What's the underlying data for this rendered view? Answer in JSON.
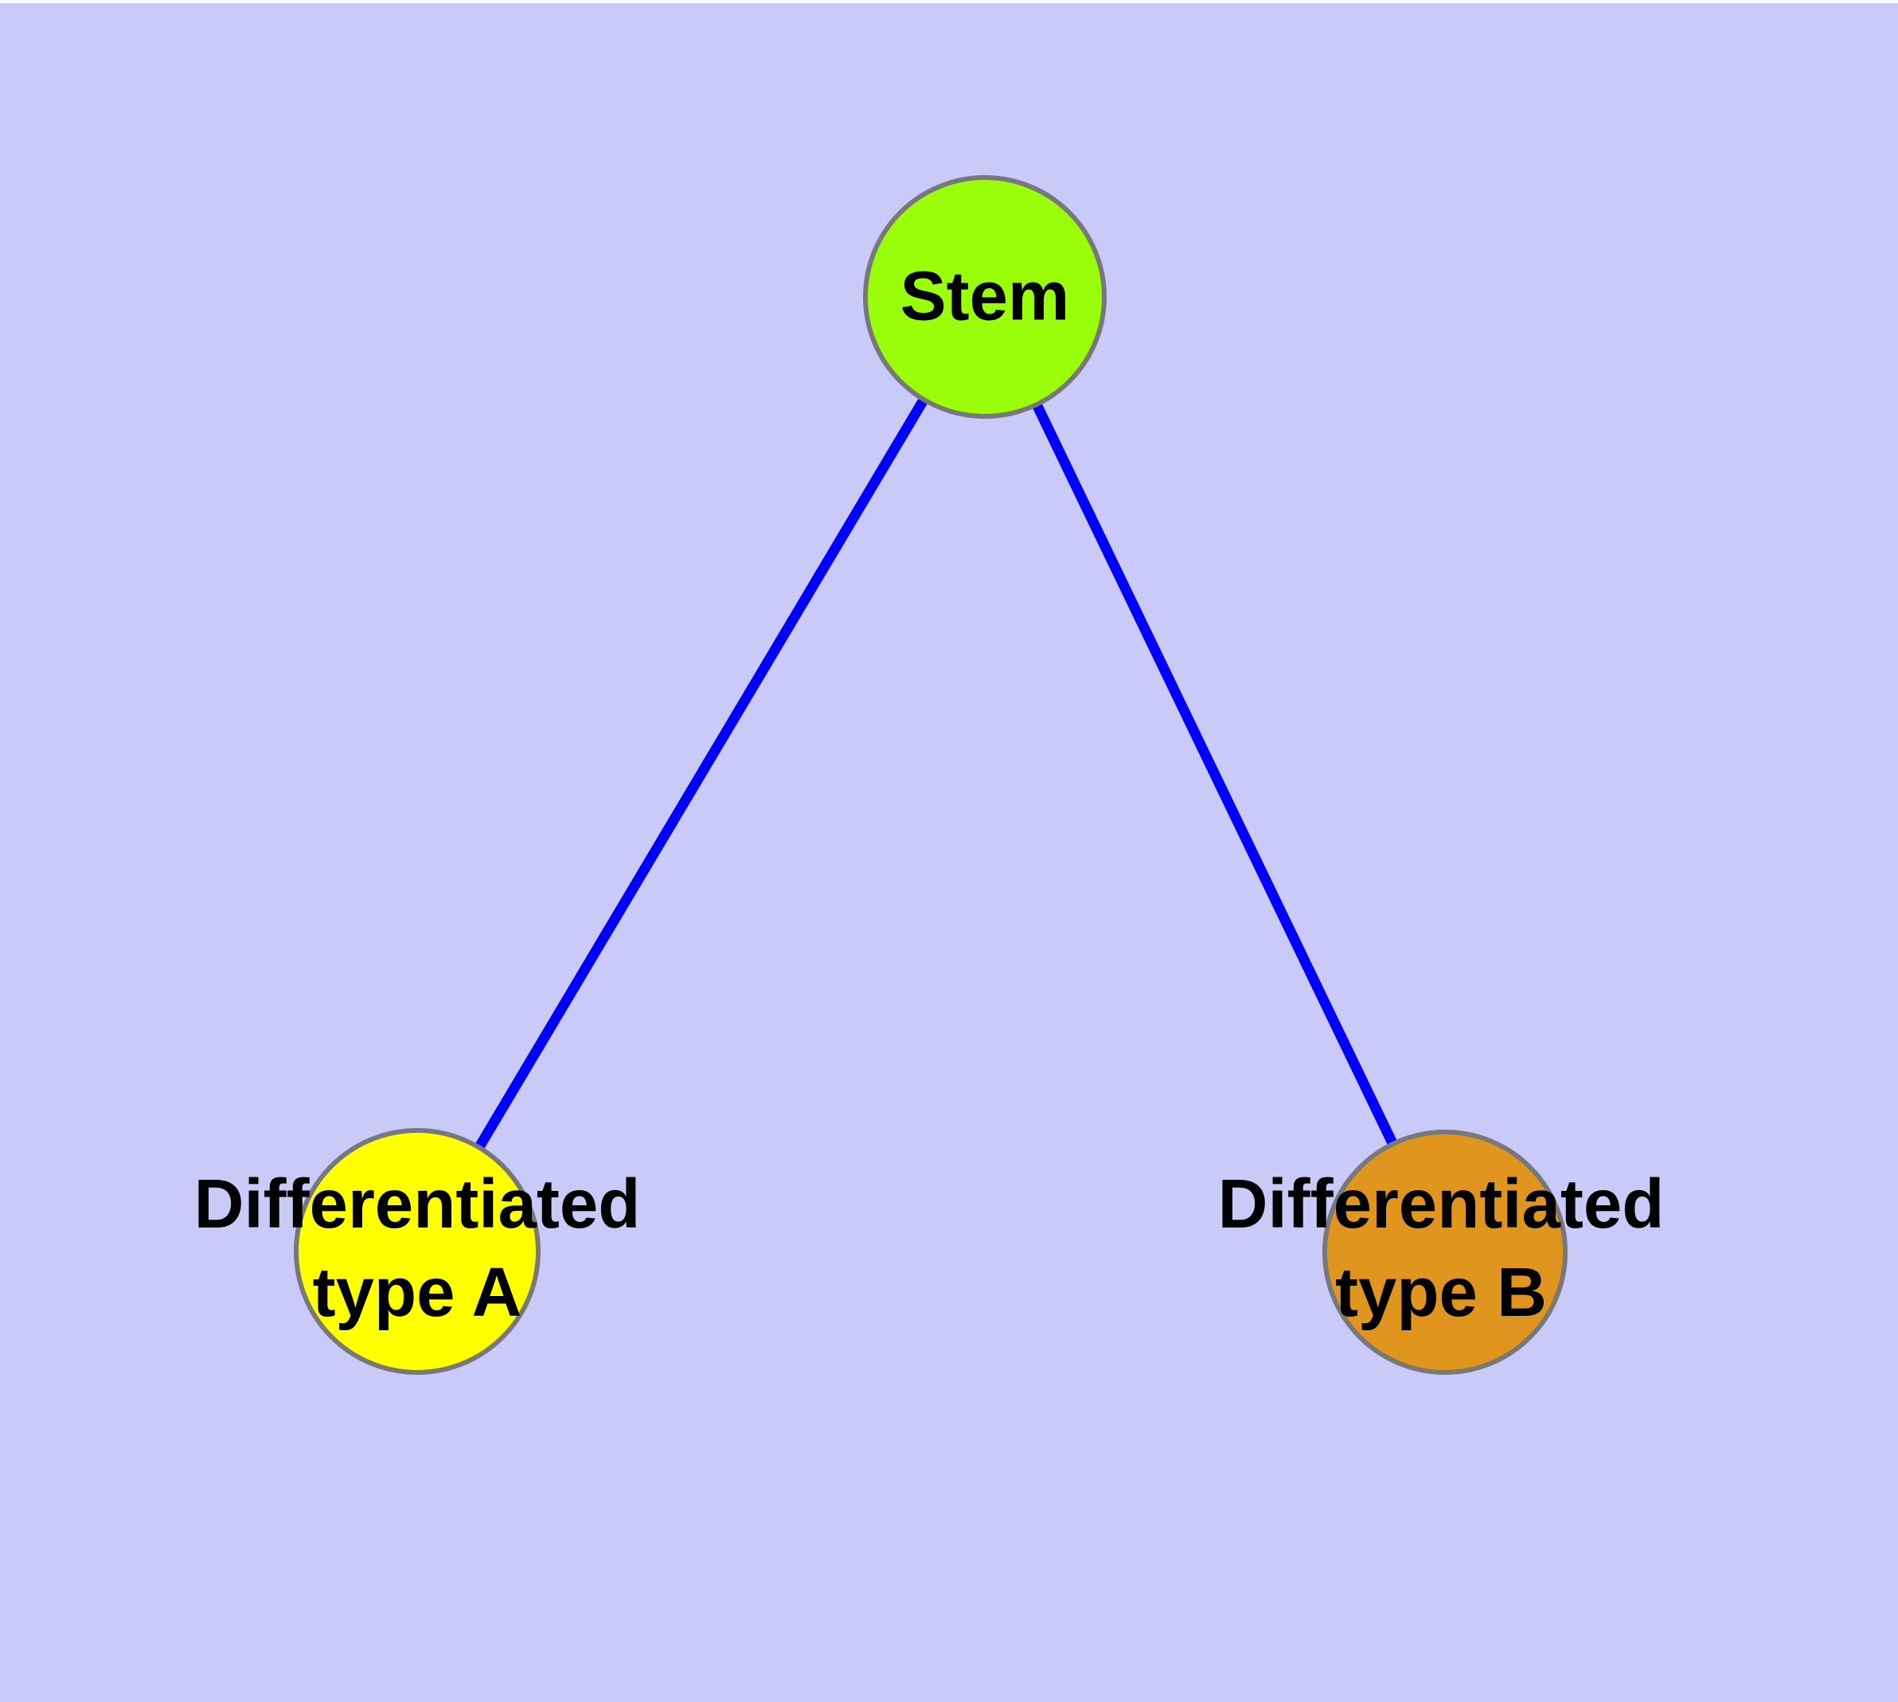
{
  "diagram": {
    "background_color": "#CACAF8",
    "edge_color": "#0000FF",
    "node_border_color": "#787878",
    "label_text_color": "#000000",
    "nodes": {
      "stem": {
        "label": "Stem",
        "fill": "#9AFE0A"
      },
      "type_a": {
        "label": "Differentiated type A",
        "label_line1": "Differentiated",
        "label_line2": "type A",
        "fill": "#FFFF00"
      },
      "type_b": {
        "label": "Differentiated type B",
        "label_line1": "Differentiated",
        "label_line2": "type B",
        "fill": "#E0961E"
      }
    },
    "edges": [
      {
        "from": "Stem",
        "to": "Differentiated type A"
      },
      {
        "from": "Stem",
        "to": "Differentiated type B"
      }
    ]
  }
}
